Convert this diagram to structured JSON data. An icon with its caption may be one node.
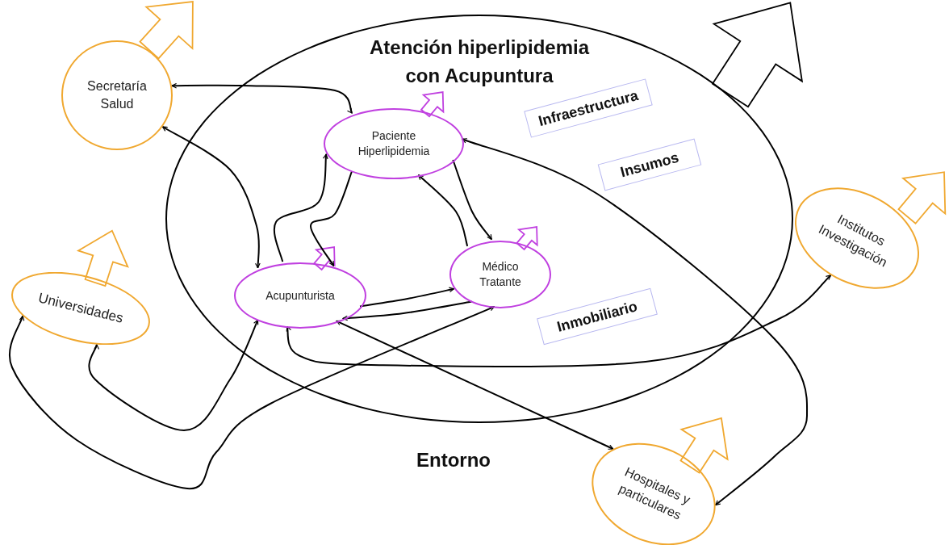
{
  "diagram": {
    "nodes": [
      {
        "text": [
          "Atención hiperlipidemia con Acupuntura"
        ]
      },
      {
        "text": [
          "Secretaría Salud"
        ]
      },
      {
        "text": [
          "Paciente Hiperlipidemia"
        ],
        "in": 0
      },
      {
        "text": [
          "Acupunturista"
        ],
        "in": 0
      },
      {
        "text": [
          "Médico Tratante"
        ],
        "in": 0
      },
      {
        "text": [
          "Universidades"
        ]
      },
      {
        "text": [
          "Institutos Investigación"
        ]
      },
      {
        "text": [
          "Hospitales y particulares"
        ]
      },
      {
        "text": [
          "Infraestructura"
        ],
        "in": 0
      },
      {
        "text": [
          "Insumos"
        ],
        "in": 0
      },
      {
        "text": [
          "Inmobiliario"
        ],
        "in": 0
      }
    ],
    "edges": [
      {
        "from": 2,
        "to": 1,
        "arrow": "both"
      },
      {
        "from": 3,
        "to": 1,
        "arrow": "both"
      },
      {
        "from": 3,
        "to": 2,
        "arrow": "to"
      },
      {
        "from": 2,
        "to": 3,
        "arrow": "to"
      },
      {
        "from": 4,
        "to": 2,
        "arrow": "to"
      },
      {
        "from": 2,
        "to": 4,
        "arrow": "to"
      },
      {
        "from": 3,
        "to": 4,
        "arrow": "to"
      },
      {
        "from": 4,
        "to": 3,
        "arrow": "to"
      },
      {
        "from": 5,
        "to": 3,
        "arrow": "both"
      },
      {
        "from": 5,
        "to": 4,
        "arrow": "both"
      },
      {
        "from": 3,
        "to": 6,
        "arrow": "both"
      },
      {
        "from": 3,
        "to": 7,
        "arrow": "both"
      },
      {
        "from": 2,
        "to": 7,
        "arrow": "both"
      }
    ],
    "labels": [
      "Entorno"
    ]
  }
}
